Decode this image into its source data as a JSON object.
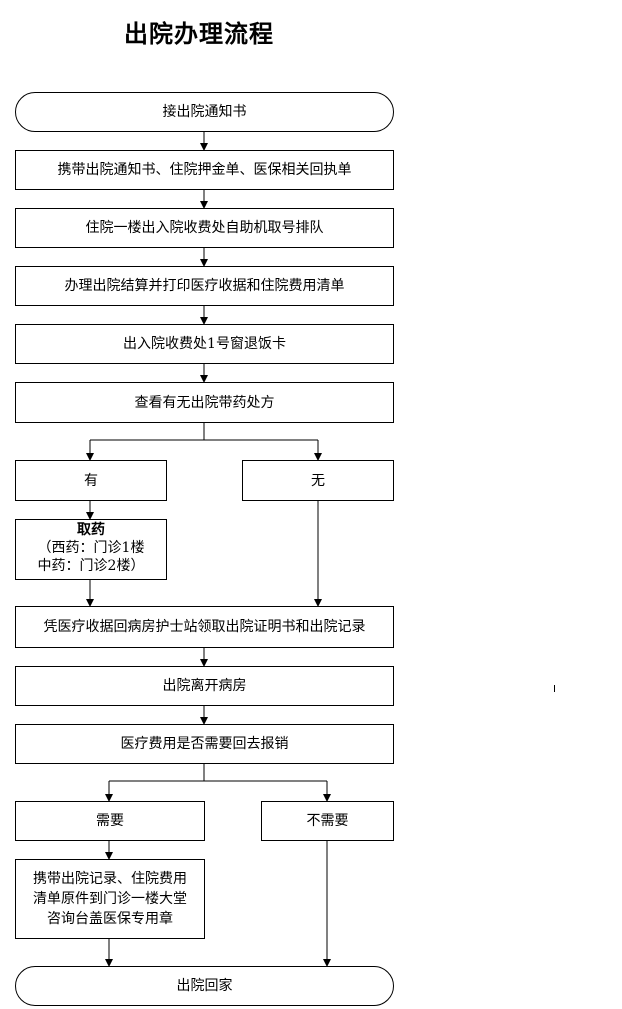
{
  "title": "出院办理流程",
  "nodes": {
    "start": "接出院通知书",
    "bring_docs": "携带出院通知书、住院押金单、医保相关回执单",
    "queue": "住院一楼出入院收费处自助机取号排队",
    "settle": "办理出院结算并打印医疗收据和住院费用清单",
    "refund_card": "出入院收费处1号窗退饭卡",
    "check_rx": "查看有无出院带药处方",
    "has_rx": "有",
    "no_rx": "无",
    "pickup_title": "取药",
    "pickup_line1": "（西药：门诊1楼",
    "pickup_line2": "中药：门诊2楼）",
    "certificate": "凭医疗收据回病房护士站领取出院证明书和出院记录",
    "leave": "出院离开病房",
    "reimburse_q": "医疗费用是否需要回去报销",
    "need": "需要",
    "no_need": "不需要",
    "stamp_line1": "携带出院记录、住院费用",
    "stamp_line2": "清单原件到门诊一楼大堂",
    "stamp_line3": "咨询台盖医保专用章",
    "end": "出院回家"
  }
}
